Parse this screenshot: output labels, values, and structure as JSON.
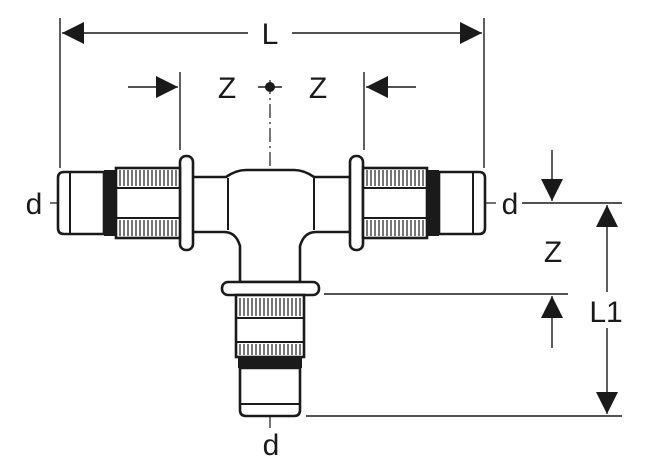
{
  "labels": {
    "overall_length": "L",
    "branch_length": "L1",
    "insertion_left": "Z",
    "insertion_right": "Z",
    "insertion_branch": "Z",
    "diameter_left": "d",
    "diameter_right": "d",
    "diameter_branch": "d"
  }
}
